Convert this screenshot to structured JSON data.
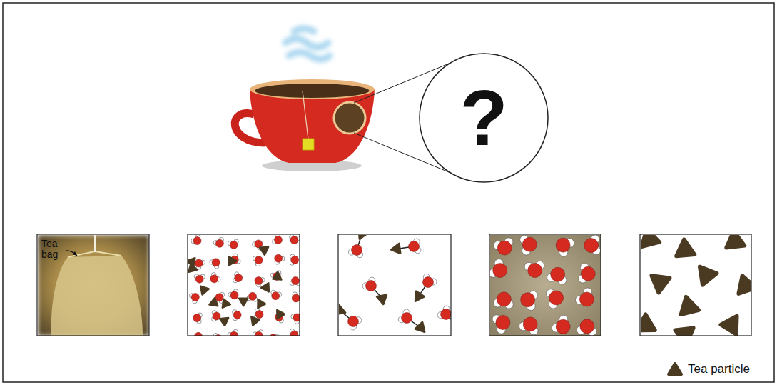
{
  "diagram": {
    "nodes": [
      {
        "text": [
          "?"
        ]
      },
      {
        "text": [
          "Tea bag"
        ]
      }
    ],
    "legend": [
      {
        "text": "Tea particle"
      }
    ]
  }
}
